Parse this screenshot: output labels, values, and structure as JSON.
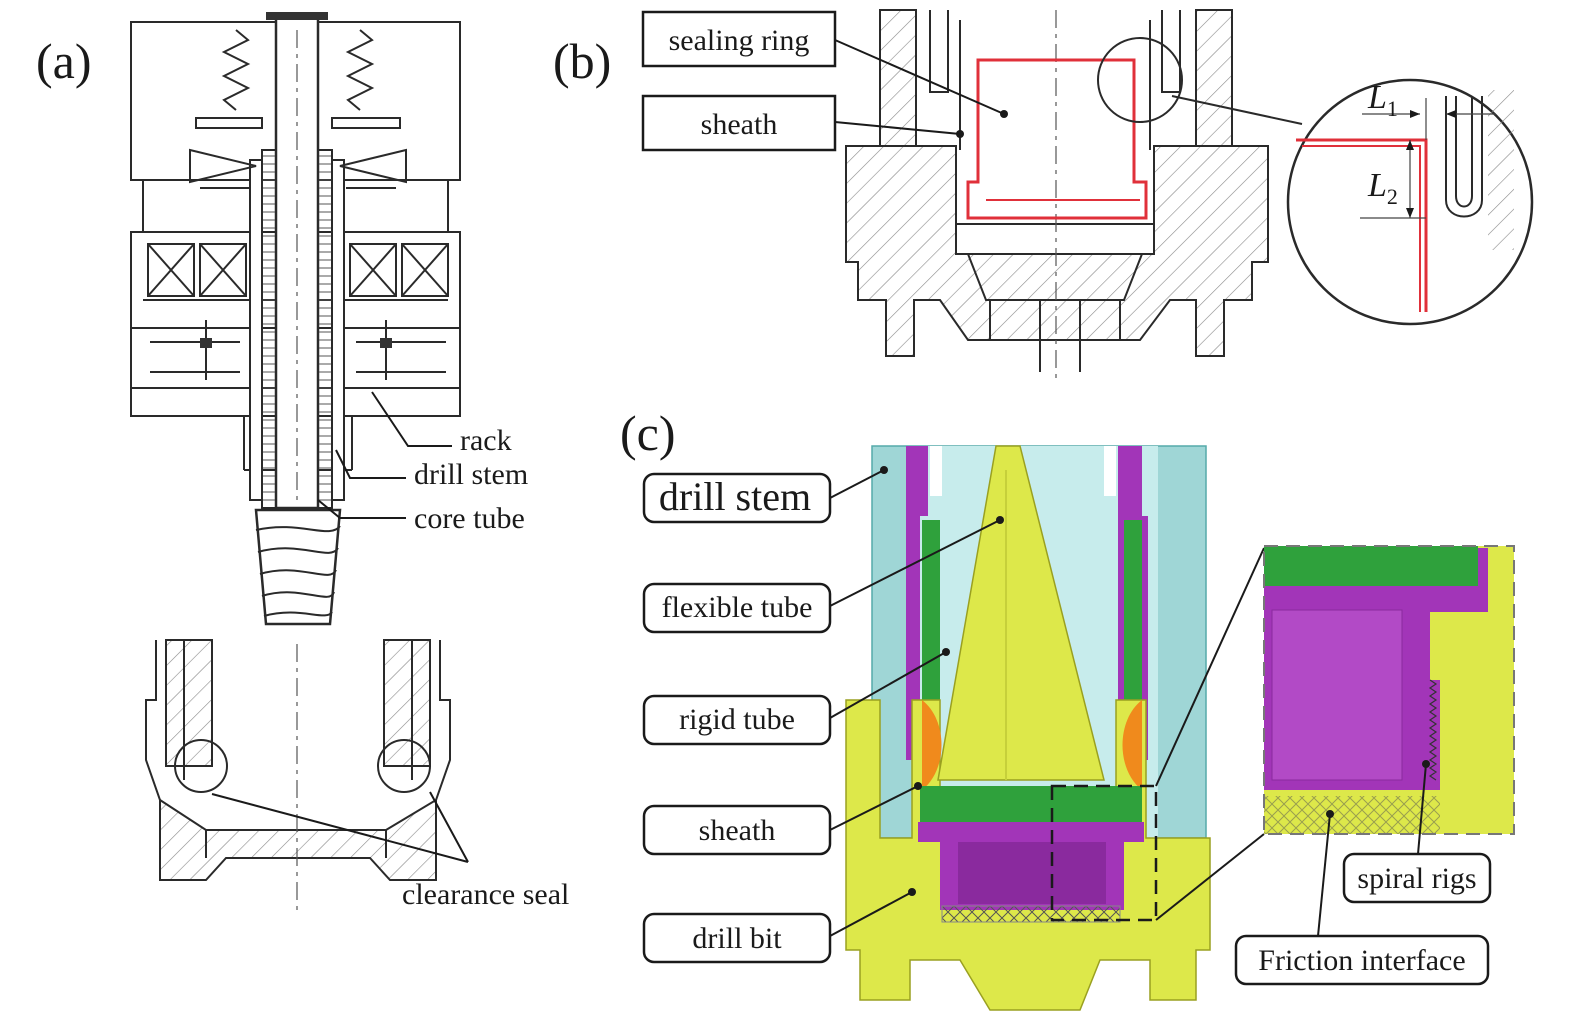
{
  "panels": {
    "a": {
      "label": "(a)",
      "callouts": {
        "rack": "rack",
        "drill_stem": "drill stem",
        "core_tube": "core tube",
        "clearance_seal": "clearance seal"
      }
    },
    "b": {
      "label": "(b)",
      "callouts": {
        "sealing_ring": "sealing ring",
        "sheath": "sheath"
      },
      "dimensions": {
        "L1": {
          "base": "L",
          "sub": "1"
        },
        "L2": {
          "base": "L",
          "sub": "2"
        }
      }
    },
    "c": {
      "label": "(c)",
      "callouts": {
        "drill_stem": "drill stem",
        "flexible_tube": "flexible tube",
        "rigid_tube": "rigid tube",
        "sheath": "sheath",
        "drill_bit": "drill bit",
        "spiral_rigs": "spiral rigs",
        "friction_interface": "Friction interface"
      }
    }
  },
  "colors": {
    "cad_cyan": "#9fd6d6",
    "cad_magenta": "#a235b8",
    "cad_yellow": "#dde84a",
    "cad_green": "#2fa13c",
    "cad_orange": "#f08a1c",
    "seal_red": "#e0303a"
  }
}
